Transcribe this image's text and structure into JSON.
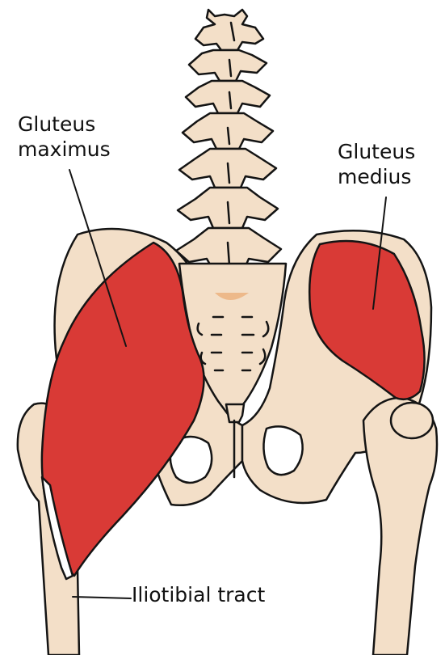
{
  "labels": {
    "gluteus_maximus": [
      "Gluteus",
      "maximus"
    ],
    "gluteus_medius": [
      "Gluteus",
      "medius"
    ],
    "iliotibial_tract": "Iliotibial tract"
  },
  "colors": {
    "bone": "#f3dfc8",
    "outline": "#141414",
    "muscle": "#d93a36",
    "sacrum_accent": "#edb98a",
    "background": "#ffffff"
  },
  "icons": {
    "figure": "pelvis-spine-gluteal-muscles-illustration"
  }
}
